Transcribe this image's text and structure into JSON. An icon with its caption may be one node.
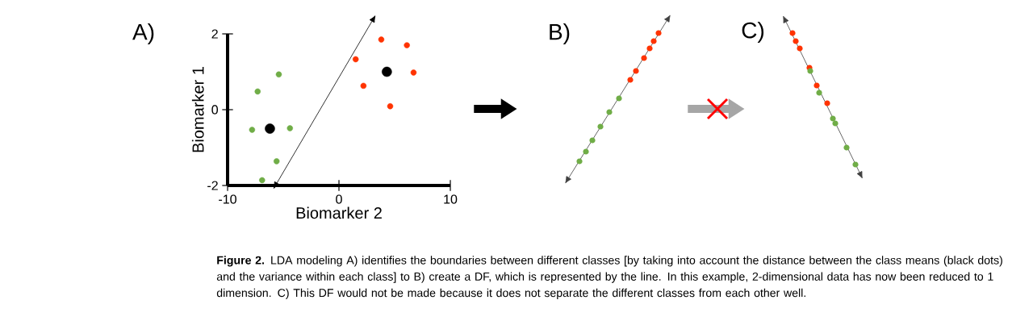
{
  "diagram": {
    "caption": "**Figure 2.** LDA modeling A) identifies the boundaries between different classes [by taking into account the distance between the class means (black dots) and the variance within each class] to B) create a DF, which is represented by the line. In this example, 2-dimensional data has now been reduced to 1 dimension. C) This DF would not be made because it does not separate the different classes from each other well.",
    "nodes": [
      {
        "text": [
          "A)"
        ]
      },
      {
        "text": [
          "B)"
        ]
      },
      {
        "text": [
          "C)"
        ]
      }
    ],
    "edges": [
      {
        "from": 0,
        "to": 1,
        "arrow": "to"
      },
      {
        "from": 1,
        "to": 2,
        "arrow": "to",
        "color": "#a6a6a6"
      }
    ],
    "chart_data": {
      "type": "scatter",
      "xlabel": "Biomarker 2",
      "ylabel": "Biomarker 1",
      "xlim": [
        -10,
        10
      ],
      "ylim": [
        -2,
        2
      ],
      "xticks": [
        -10,
        0,
        10
      ],
      "yticks": [
        -2,
        0,
        2
      ],
      "series": [
        {
          "color": "#70ad47",
          "x": [
            -5.4,
            -7.3,
            -7.8,
            -4.4,
            -5.6,
            -6.9
          ],
          "values": [
            0.93,
            0.48,
            -0.53,
            -0.49,
            -1.36,
            -1.86
          ]
        },
        {
          "color": "#ff3300",
          "x": [
            3.8,
            6.1,
            1.5,
            6.7,
            2.2,
            4.6
          ],
          "values": [
            1.85,
            1.7,
            1.33,
            0.98,
            0.63,
            0.09
          ]
        },
        {
          "color": "#000000",
          "x": [
            -6.2,
            4.3
          ],
          "values": [
            -0.5,
            1.0
          ]
        }
      ]
    }
  }
}
